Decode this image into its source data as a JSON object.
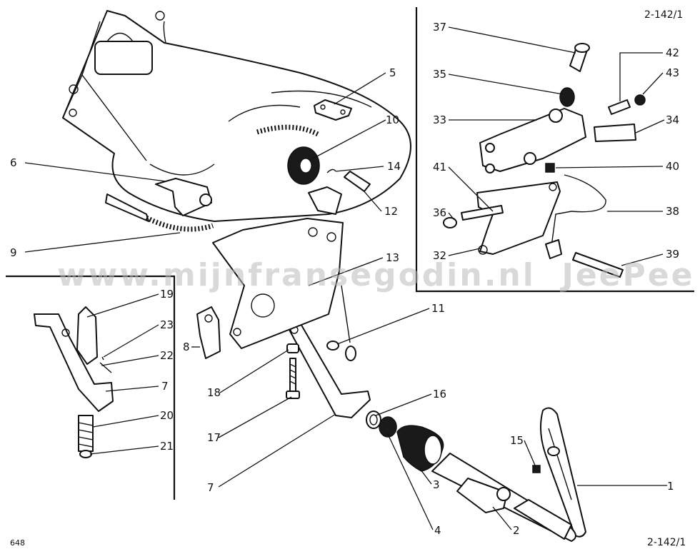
{
  "diagram_ref_top": "2-142/1",
  "diagram_ref_bottom": "2-142/1",
  "page_number": "648",
  "watermark": "www.mijnfransegodin.nl  JeePee",
  "callouts": [
    {
      "id": "c1",
      "text": "1"
    },
    {
      "id": "c2",
      "text": "2"
    },
    {
      "id": "c3",
      "text": "3"
    },
    {
      "id": "c4",
      "text": "4"
    },
    {
      "id": "c5",
      "text": "5"
    },
    {
      "id": "c6",
      "text": "6"
    },
    {
      "id": "c7a",
      "text": "7"
    },
    {
      "id": "c7b",
      "text": "7"
    },
    {
      "id": "c8",
      "text": "8"
    },
    {
      "id": "c9",
      "text": "9"
    },
    {
      "id": "c10",
      "text": "10"
    },
    {
      "id": "c11",
      "text": "11"
    },
    {
      "id": "c12",
      "text": "12"
    },
    {
      "id": "c13",
      "text": "13"
    },
    {
      "id": "c14",
      "text": "14"
    },
    {
      "id": "c15",
      "text": "15"
    },
    {
      "id": "c16",
      "text": "16"
    },
    {
      "id": "c17",
      "text": "17"
    },
    {
      "id": "c18",
      "text": "18"
    },
    {
      "id": "c19",
      "text": "19"
    },
    {
      "id": "c20",
      "text": "20"
    },
    {
      "id": "c21",
      "text": "21"
    },
    {
      "id": "c22",
      "text": "22"
    },
    {
      "id": "c23",
      "text": "23"
    },
    {
      "id": "c32",
      "text": "32"
    },
    {
      "id": "c33",
      "text": "33"
    },
    {
      "id": "c34",
      "text": "34"
    },
    {
      "id": "c35",
      "text": "35"
    },
    {
      "id": "c36",
      "text": "36"
    },
    {
      "id": "c37",
      "text": "37"
    },
    {
      "id": "c38",
      "text": "38"
    },
    {
      "id": "c39",
      "text": "39"
    },
    {
      "id": "c40",
      "text": "40"
    },
    {
      "id": "c41",
      "text": "41"
    },
    {
      "id": "c42",
      "text": "42"
    },
    {
      "id": "c43",
      "text": "43"
    }
  ]
}
